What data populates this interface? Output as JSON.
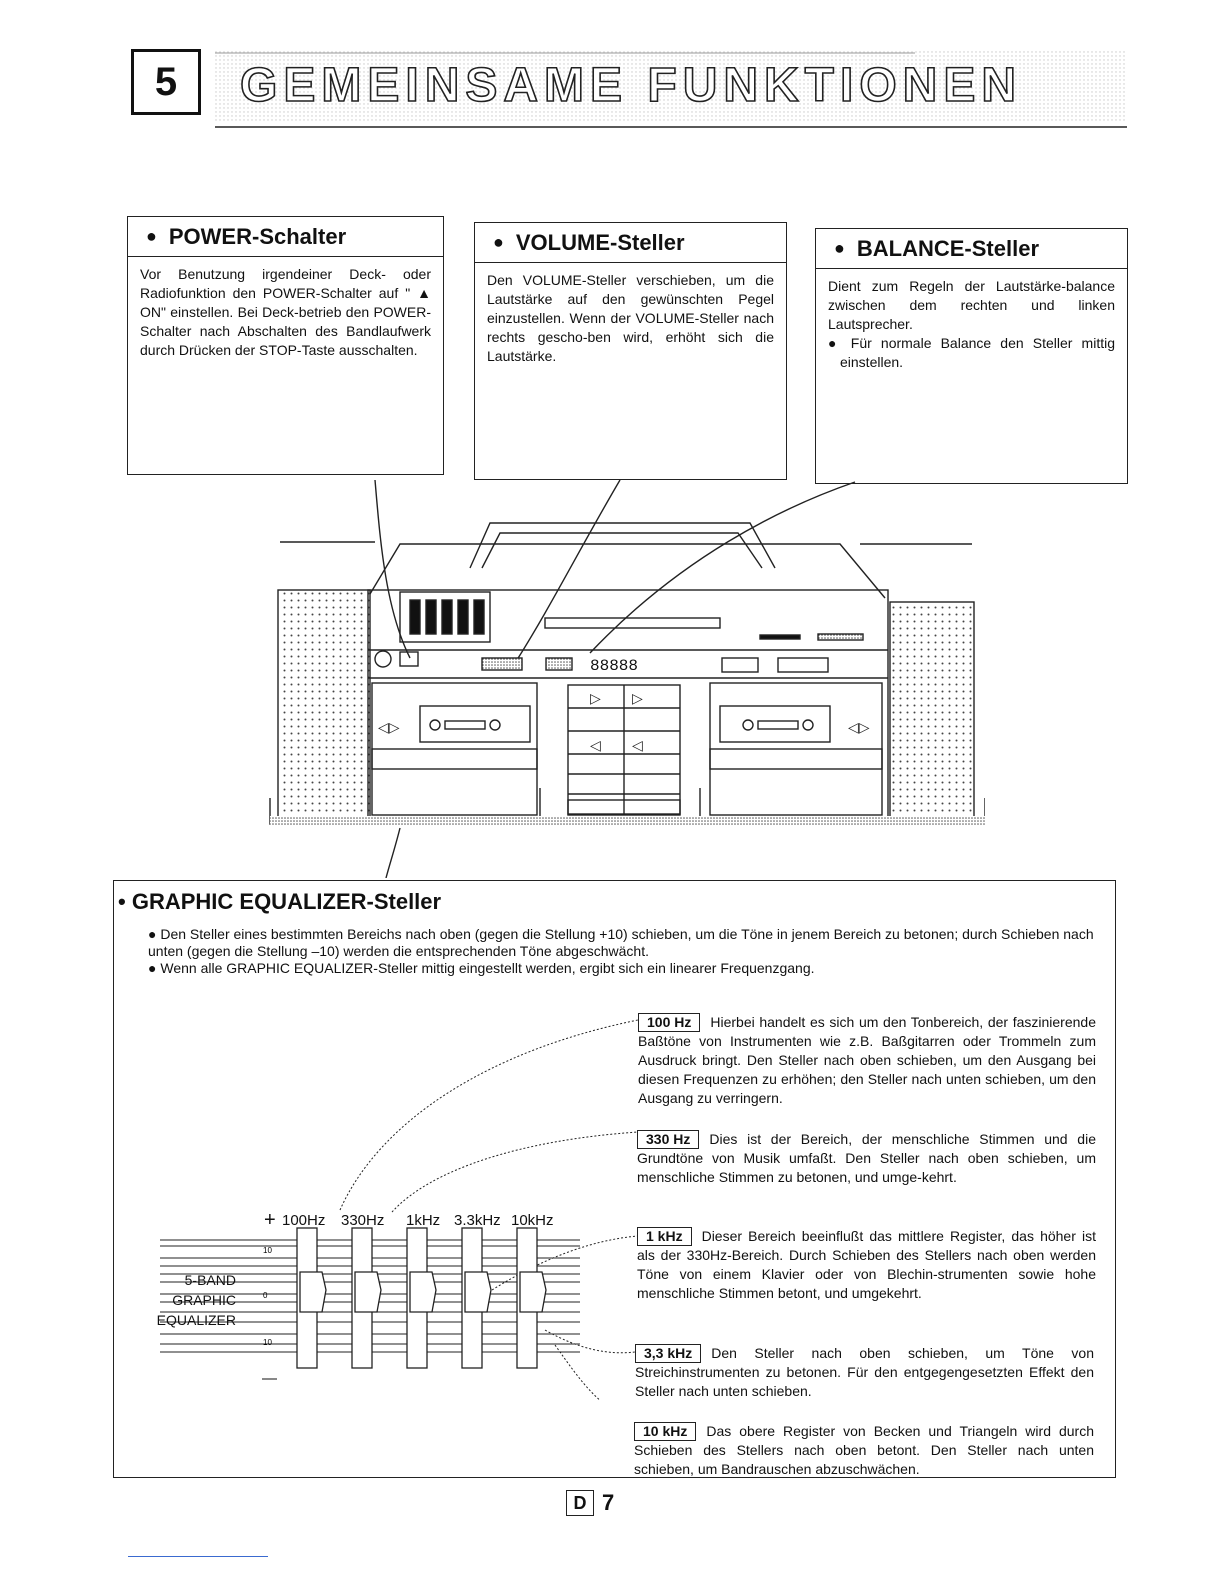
{
  "chapter": {
    "number": "5",
    "title": "GEMEINSAME FUNKTIONEN"
  },
  "power": {
    "heading": "POWER-Schalter",
    "text": "Vor Benutzung irgendeiner Deck- oder Radiofunktion den POWER-Schalter auf \" ▲ ON\" einstellen. Bei Deck-betrieb den POWER-Schalter nach Abschalten des Bandlaufwerk durch Drücken der STOP-Taste ausschalten."
  },
  "volume": {
    "heading": "VOLUME-Steller",
    "text": "Den VOLUME-Steller verschieben, um die Lautstärke auf den gewünschten Pegel einzustellen. Wenn der VOLUME-Steller nach rechts gescho-ben wird, erhöht sich die Lautstärke."
  },
  "balance": {
    "heading": "BALANCE-Steller",
    "text": "Dient zum Regeln der Lautstärke-balance zwischen dem rechten und linken Lautsprecher.",
    "bullet": "Für normale Balance den Steller mittig einstellen."
  },
  "equalizer": {
    "heading": "GRAPHIC EQUALIZER-Steller",
    "intro": [
      "Den Steller eines bestimmten Bereichs nach oben (gegen die Stellung +10) schieben, um die Töne in jenem Bereich zu betonen; durch Schieben nach unten (gegen die Stellung –10) werden die entsprechenden Töne abgeschwächt.",
      "Wenn alle GRAPHIC EQUALIZER-Steller mittig eingestellt werden, ergibt sich ein linearer Frequenzgang."
    ],
    "plus": "+",
    "minus": "—",
    "freqs": [
      "100Hz",
      "330Hz",
      "1kHz",
      "3.3kHz",
      "10kHz"
    ],
    "scale": [
      "10",
      "0",
      "10"
    ],
    "label": [
      "5-BAND",
      "GRAPHIC",
      "EQUALIZER"
    ],
    "bands": [
      {
        "tag": "100 Hz",
        "text": "Hierbei handelt es sich um den Tonbereich, der faszinierende Baßtöne von Instrumenten wie z.B. Baßgitarren oder Trommeln zum Ausdruck bringt. Den Steller nach oben schieben, um den Ausgang bei diesen Frequenzen zu erhöhen; den Steller nach unten schieben, um den Ausgang zu verringern."
      },
      {
        "tag": "330 Hz",
        "text": "Dies ist der Bereich, der menschliche Stimmen und die Grundtöne von Musik umfaßt. Den Steller nach oben schieben, um menschliche Stimmen zu betonen, und umge-kehrt."
      },
      {
        "tag": "1 kHz",
        "text": "Dieser Bereich beeinflußt das mittlere Register, das höher ist als der 330Hz-Bereich. Durch Schieben des Stellers nach oben werden Töne von einem Klavier oder von Blechin-strumenten sowie hohe menschliche Stimmen betont, und umgekehrt."
      },
      {
        "tag": "3,3 kHz",
        "text": "Den Steller nach oben schieben, um Töne von Streichinstrumenten zu betonen. Für den entgegengesetzten Effekt den Steller nach unten schieben."
      },
      {
        "tag": "10 kHz",
        "text": "Das obere Register von Becken und Triangeln wird durch Schieben des Stellers nach oben betont. Den Steller nach unten schieben, um Bandrauschen abzuschwächen."
      }
    ]
  },
  "device": {
    "display": "88888"
  },
  "footer": {
    "lang": "D",
    "page": "7"
  }
}
